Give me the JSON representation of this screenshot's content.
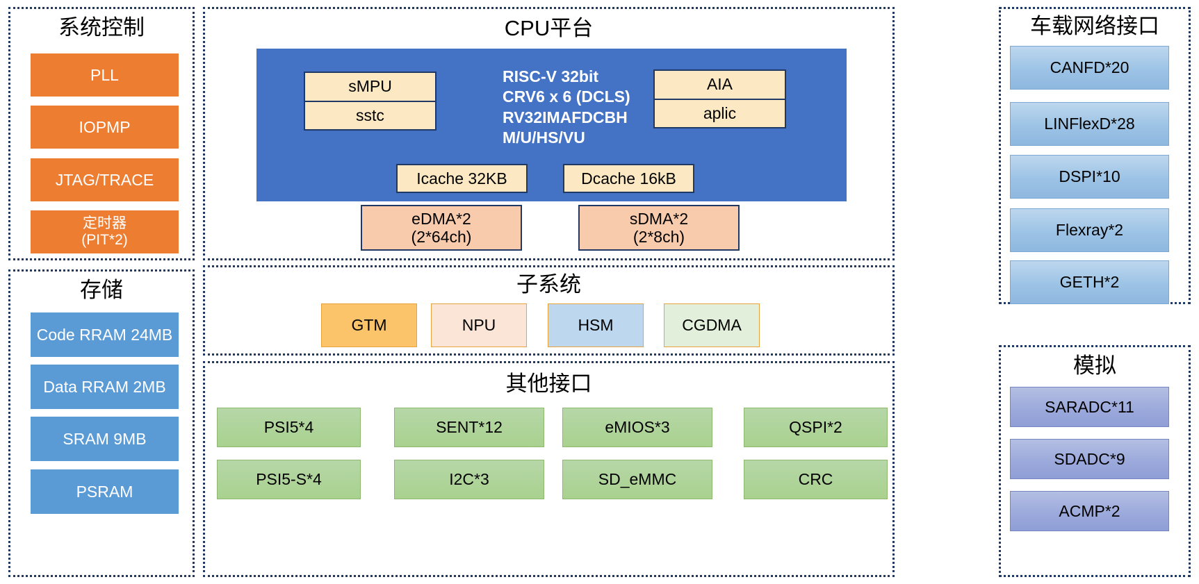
{
  "diagram": {
    "title_sys_control": "系统控制",
    "title_storage": "存储",
    "title_cpu": "CPU平台",
    "title_subsystem": "子系统",
    "title_other_if": "其他接口",
    "title_vehicle_net": "车载网络接口",
    "title_analog": "模拟"
  },
  "sys_control": {
    "title": "系统控制",
    "items": [
      {
        "label": "PLL"
      },
      {
        "label": "IOPMP"
      },
      {
        "label": "JTAG/TRACE"
      },
      {
        "label": "定时器\n(PIT*2)"
      }
    ]
  },
  "storage": {
    "title": "存储",
    "items": [
      {
        "label": "Code RRAM 24MB"
      },
      {
        "label": "Data RRAM 2MB"
      },
      {
        "label": "SRAM 9MB"
      },
      {
        "label": "PSRAM"
      }
    ]
  },
  "cpu_platform": {
    "title": "CPU平台",
    "spec_text": "RISC-V 32bit\nCRV6 x 6 (DCLS)\nRV32IMAFDCBH\nM/U/HS/VU",
    "left_stack": [
      {
        "label": "sMPU"
      },
      {
        "label": "sstc"
      }
    ],
    "right_stack": [
      {
        "label": "AIA"
      },
      {
        "label": "aplic"
      }
    ],
    "caches": [
      {
        "label": "Icache 32KB"
      },
      {
        "label": "Dcache 16kB"
      }
    ],
    "dma": [
      {
        "label": "eDMA*2\n(2*64ch)"
      },
      {
        "label": "sDMA*2\n(2*8ch)"
      }
    ]
  },
  "subsystem": {
    "title": "子系统",
    "items": [
      {
        "label": "GTM",
        "style": "gtm"
      },
      {
        "label": "NPU",
        "style": "npu"
      },
      {
        "label": "HSM",
        "style": "hsm"
      },
      {
        "label": "CGDMA",
        "style": "cgdma"
      }
    ]
  },
  "other_interfaces": {
    "title": "其他接口",
    "row1": [
      {
        "label": "PSI5*4"
      },
      {
        "label": "SENT*12"
      },
      {
        "label": "eMIOS*3"
      },
      {
        "label": "QSPI*2"
      }
    ],
    "row2": [
      {
        "label": "PSI5-S*4"
      },
      {
        "label": "I2C*3"
      },
      {
        "label": "SD_eMMC"
      },
      {
        "label": "CRC"
      }
    ]
  },
  "vehicle_network": {
    "title": "车载网络接口",
    "items": [
      {
        "label": "CANFD*20"
      },
      {
        "label": "LINFlexD*28"
      },
      {
        "label": "DSPI*10"
      },
      {
        "label": "Flexray*2"
      },
      {
        "label": "GETH*2"
      }
    ]
  },
  "analog": {
    "title": "模拟",
    "items": [
      {
        "label": "SARADC*11"
      },
      {
        "label": "SDADC*9"
      },
      {
        "label": "ACMP*2"
      }
    ]
  },
  "colors": {
    "sys_control_block": "#ED7D31",
    "storage_block": "#5B9BD5",
    "cpu_panel": "#4472C4",
    "cpu_inner_block": "#FCE9C4",
    "dma_block": "#F8CBAD",
    "other_if_block": "#A9D18E",
    "vehicle_net_block": "#9CC3E5",
    "analog_block": "#9AA8DB",
    "group_border": "#1F3864",
    "gtm": "#FBC46A",
    "npu": "#FBE5D6",
    "hsm": "#BDD7EE",
    "cgdma": "#E2EFDA"
  }
}
